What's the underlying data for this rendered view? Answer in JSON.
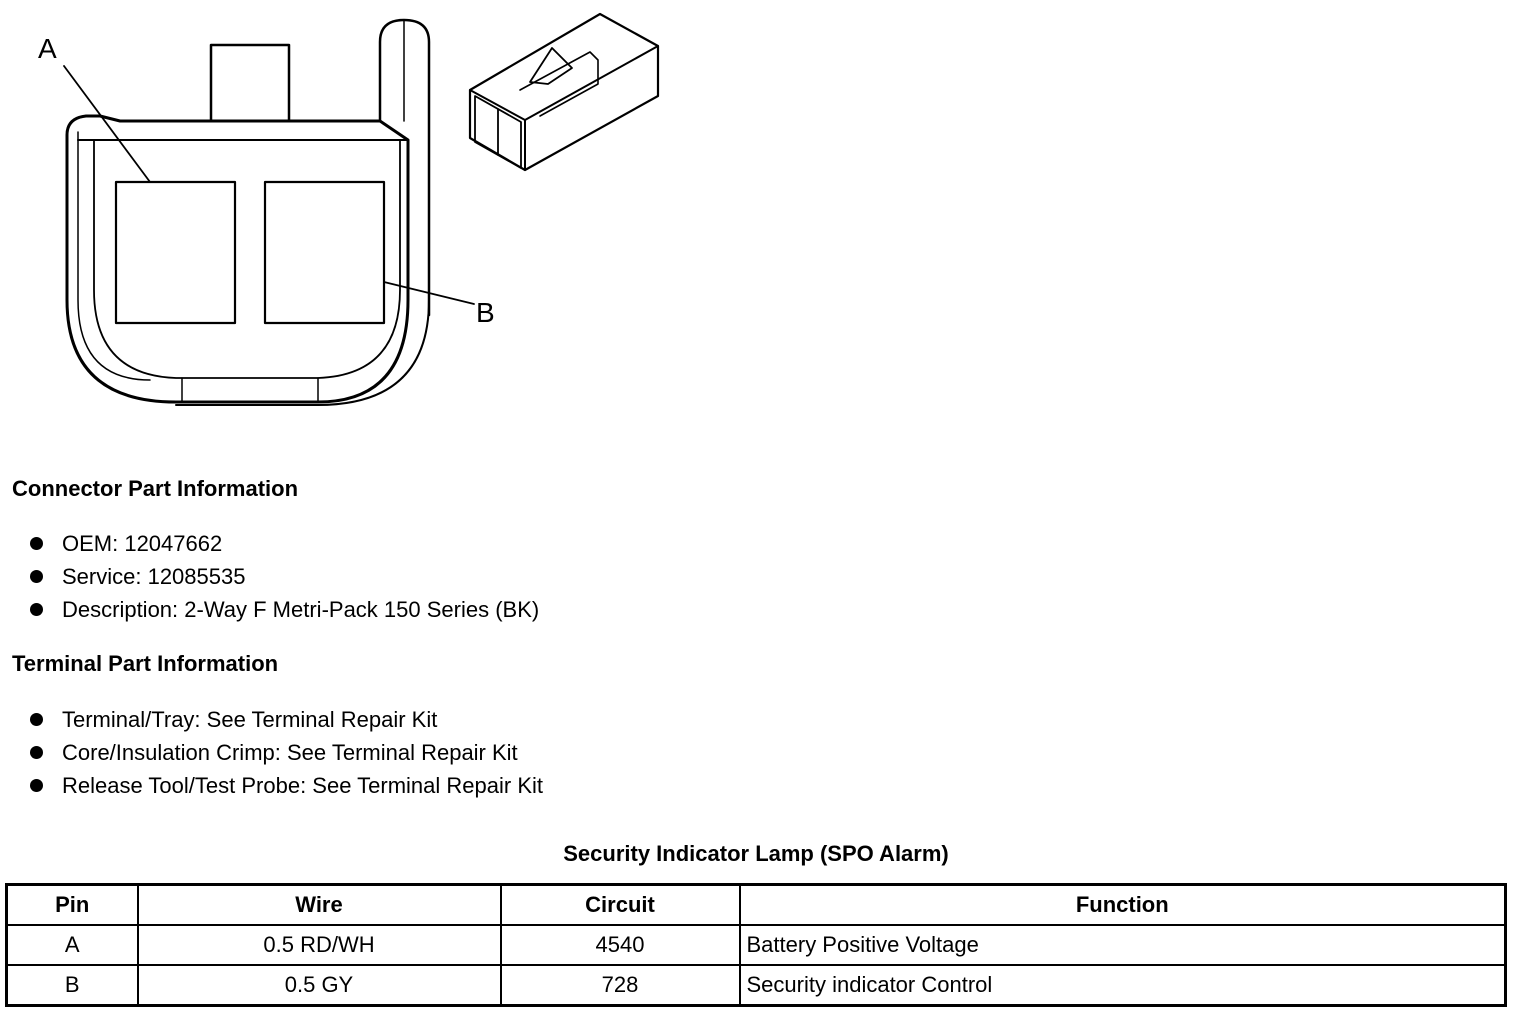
{
  "diagram": {
    "label_a": "A",
    "label_b": "B"
  },
  "connector_info": {
    "heading": "Connector Part Information",
    "items": [
      "OEM: 12047662",
      "Service: 12085535",
      "Description: 2-Way F Metri-Pack 150 Series (BK)"
    ]
  },
  "terminal_info": {
    "heading": "Terminal Part Information",
    "items": [
      "Terminal/Tray: See Terminal Repair Kit",
      "Core/Insulation Crimp: See Terminal Repair Kit",
      "Release Tool/Test Probe: See Terminal Repair Kit"
    ]
  },
  "pin_table": {
    "title": "Security Indicator Lamp (SPO Alarm)",
    "headers": [
      "Pin",
      "Wire",
      "Circuit",
      "Function"
    ],
    "rows": [
      [
        "A",
        "0.5 RD/WH",
        "4540",
        "Battery Positive Voltage"
      ],
      [
        "B",
        "0.5 GY",
        "728",
        "Security indicator Control"
      ]
    ]
  }
}
